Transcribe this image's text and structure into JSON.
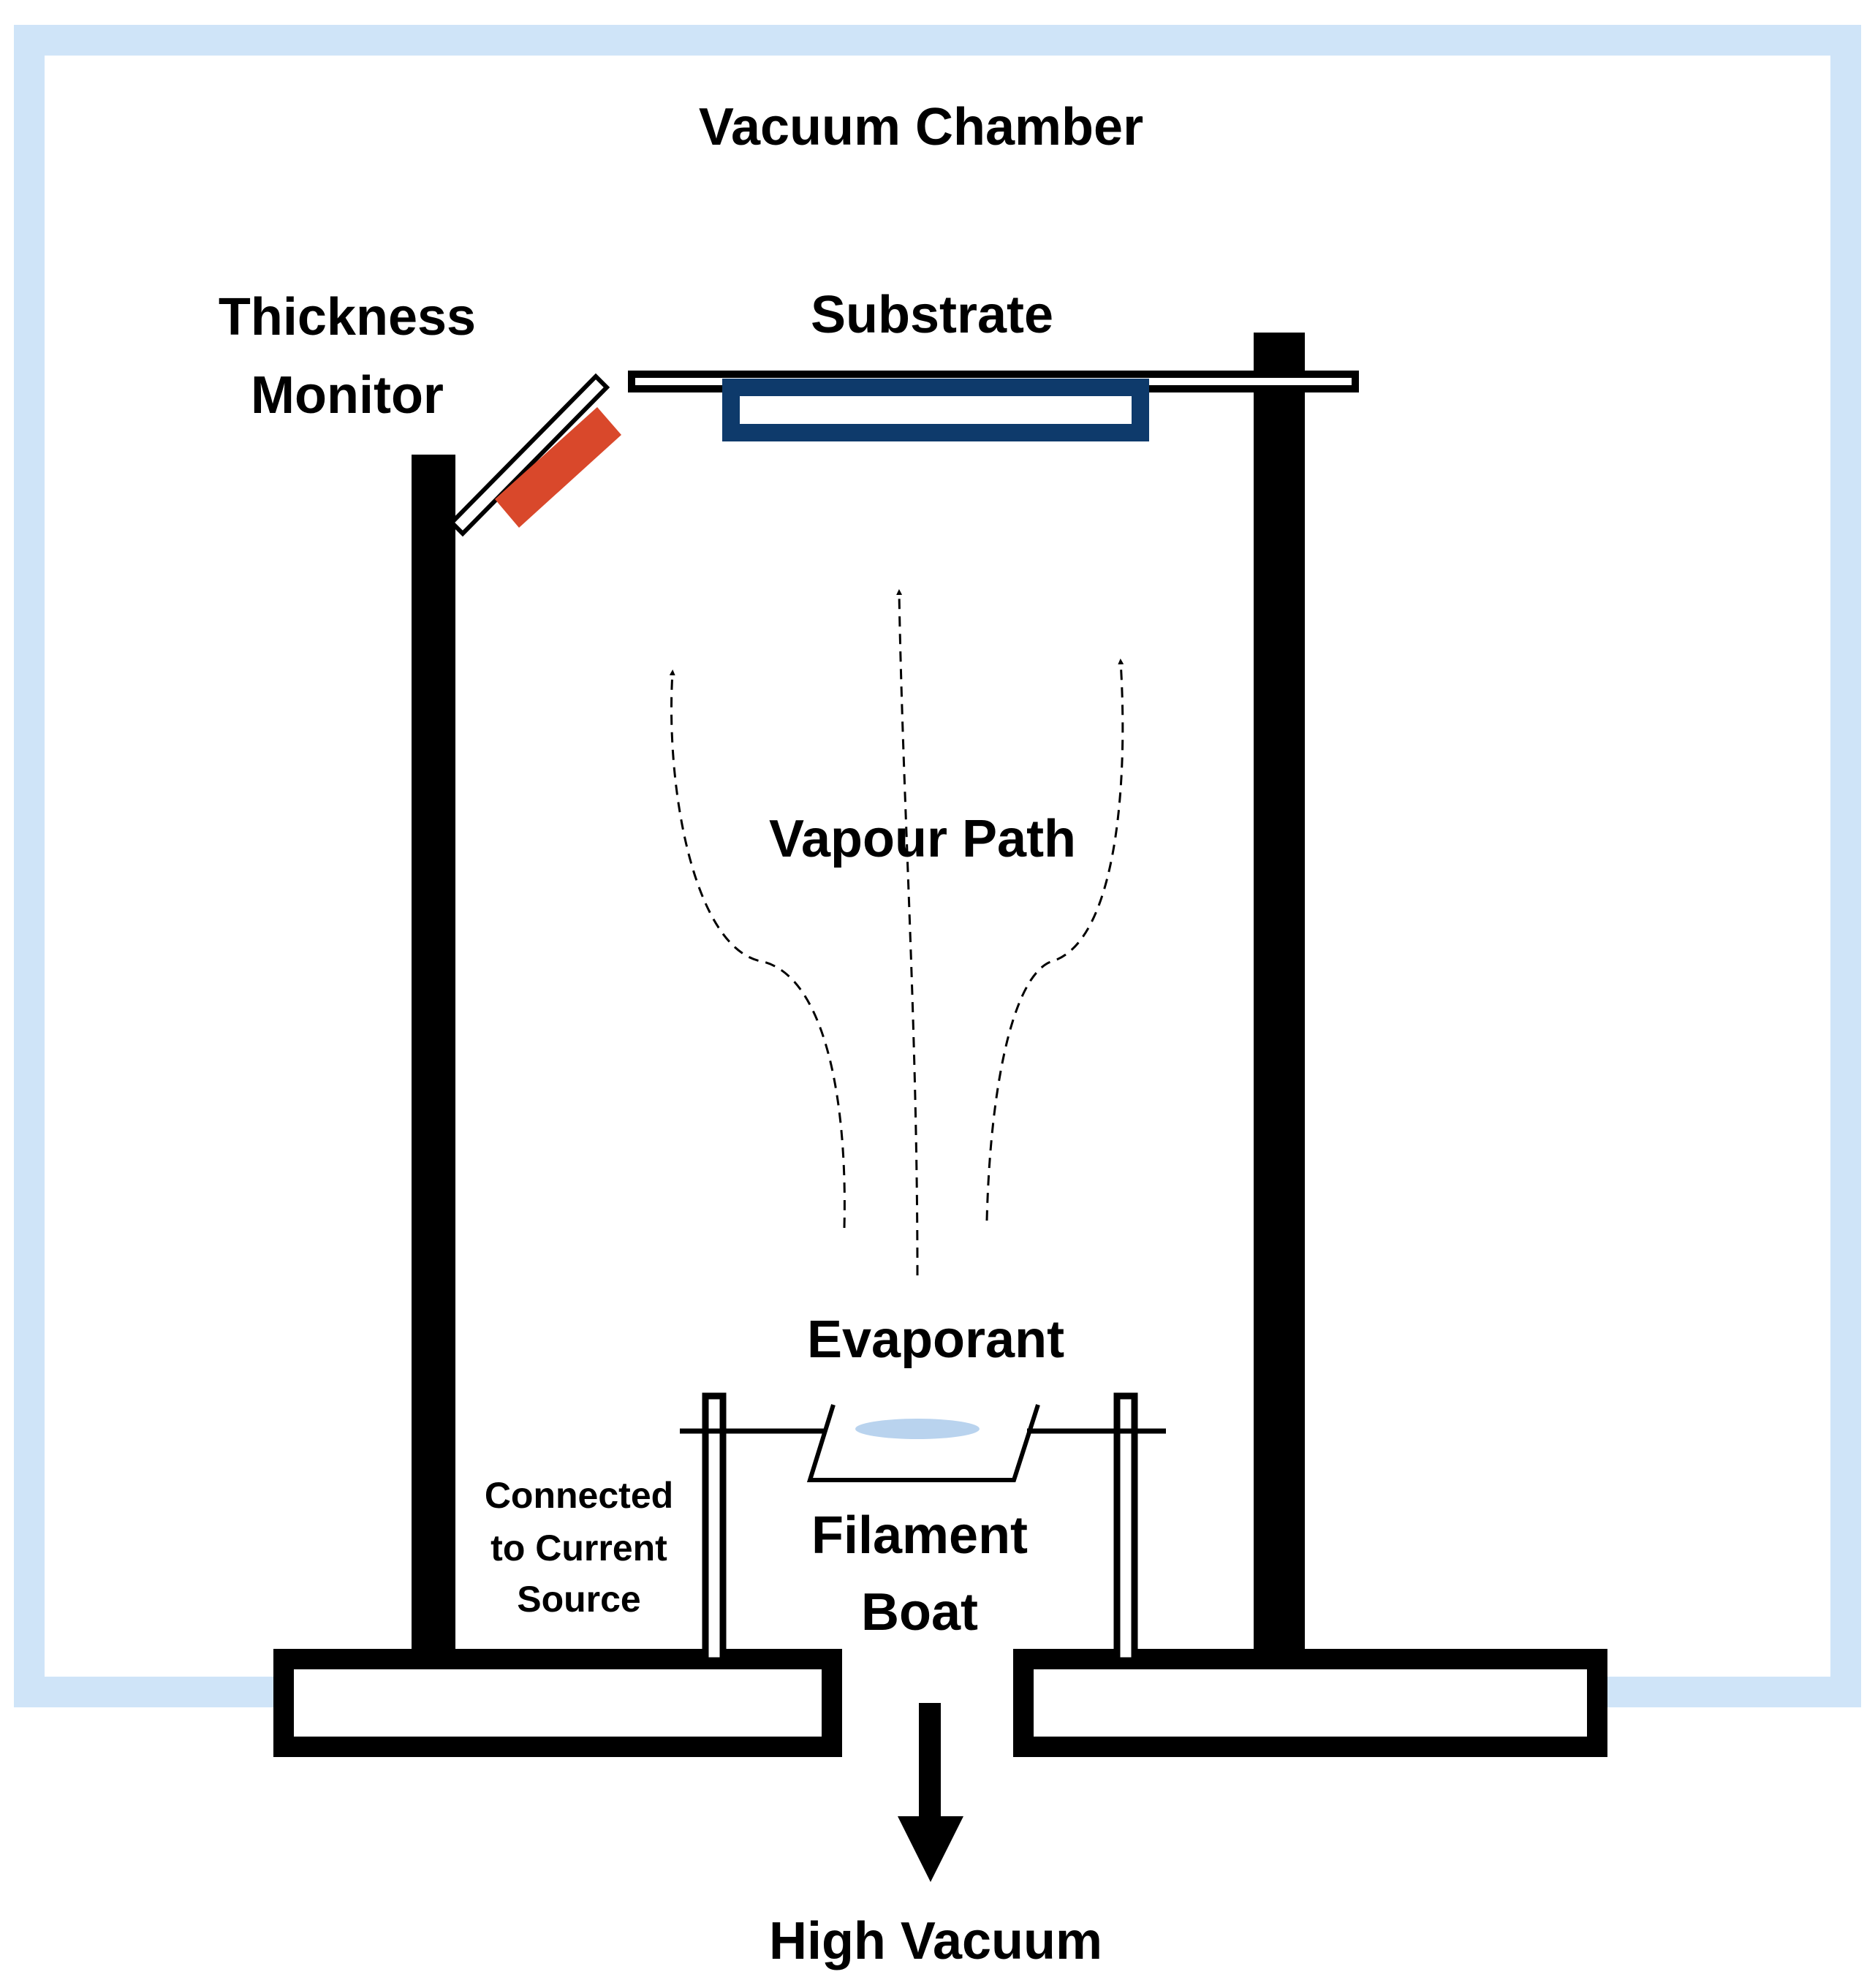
{
  "labels": {
    "vacuum_chamber": "Vacuum Chamber",
    "thickness_monitor_line1": "Thickness",
    "thickness_monitor_line2": "Monitor",
    "substrate": "Substrate",
    "vapour_path": "Vapour Path",
    "evaporant": "Evaporant",
    "connected_line1": "Connected",
    "connected_line2": "to Current",
    "connected_line3": "Source",
    "filament_line1": "Filament",
    "filament_line2": "Boat",
    "high_vacuum": "High Vacuum"
  },
  "colors": {
    "chamber_wall": "#cfe4f8",
    "frame": "#000000",
    "substrate_holder": "#0e3a6b",
    "monitor_sensor": "#d9482b",
    "evaporant": "#b9d3ee"
  }
}
